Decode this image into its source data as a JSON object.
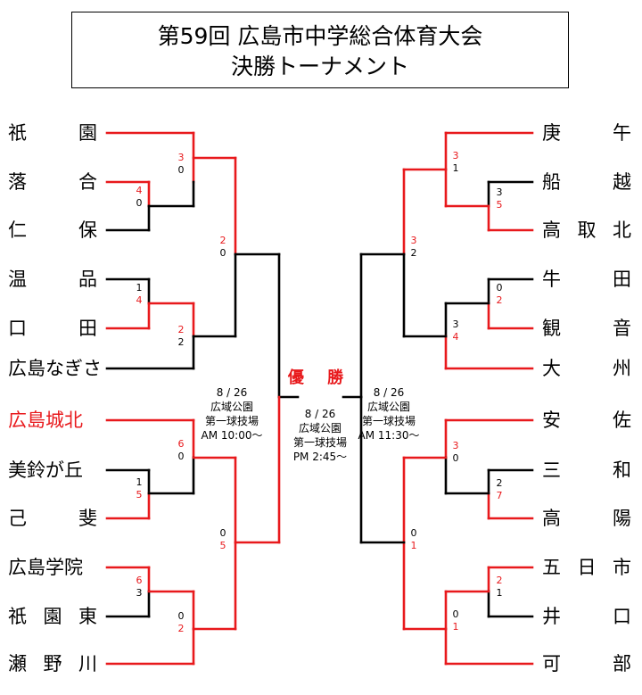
{
  "title": {
    "line1": "第59回 広島市中学総合体育大会",
    "line2": "決勝トーナメント"
  },
  "champion_label": "優 勝",
  "colors": {
    "winner": "#e8191c",
    "loser": "#000000"
  },
  "left_teams": [
    {
      "name": "祇 園"
    },
    {
      "name": "落 合"
    },
    {
      "name": "仁 保"
    },
    {
      "name": "温 品"
    },
    {
      "name": "口 田"
    },
    {
      "name": "広島なぎさ"
    },
    {
      "name": "広島城北"
    },
    {
      "name": "美鈴が丘"
    },
    {
      "name": "己 斐"
    },
    {
      "name": "広島学院"
    },
    {
      "name": "祇 園 東"
    },
    {
      "name": "瀬 野 川"
    }
  ],
  "right_teams": [
    {
      "name": "庚 午"
    },
    {
      "name": "船 越"
    },
    {
      "name": "高 取 北"
    },
    {
      "name": "牛 田"
    },
    {
      "name": "観 音"
    },
    {
      "name": "大 州"
    },
    {
      "name": "安 佐"
    },
    {
      "name": "三 和"
    },
    {
      "name": "高 陽"
    },
    {
      "name": "五 日 市"
    },
    {
      "name": "井 口"
    },
    {
      "name": "可 部"
    }
  ],
  "scores": {
    "l_r1a": [
      "4",
      "0"
    ],
    "l_r2a": [
      "3",
      "0"
    ],
    "l_r1b": [
      "1",
      "4"
    ],
    "l_r2b": [
      "2",
      "2"
    ],
    "l_qf1": [
      "2",
      "0"
    ],
    "l_r1c": [
      "1",
      "5"
    ],
    "l_r2c": [
      "6",
      "0"
    ],
    "l_r1d": [
      "6",
      "3"
    ],
    "l_r2d": [
      "0",
      "2"
    ],
    "l_qf2": [
      "0",
      "5"
    ],
    "r_r1a": [
      "3",
      "5"
    ],
    "r_r2a": [
      "3",
      "1"
    ],
    "r_r1b": [
      "0",
      "2"
    ],
    "r_r2b": [
      "3",
      "4"
    ],
    "r_qf1": [
      "3",
      "2"
    ],
    "r_r1c": [
      "2",
      "7"
    ],
    "r_r2c": [
      "3",
      "0"
    ],
    "r_r1d": [
      "2",
      "1"
    ],
    "r_r2d": [
      "0",
      "1"
    ],
    "r_qf2": [
      "0",
      "1"
    ]
  },
  "venue_info": {
    "left_semi": {
      "date": "8 / 26",
      "place": "広域公園",
      "field": "第一球技場",
      "time": "AM 10:00〜"
    },
    "final": {
      "date": "8 / 26",
      "place": "広域公園",
      "field": "第一球技場",
      "time": "PM 2:45〜"
    },
    "right_semi": {
      "date": "8 / 26",
      "place": "広域公園",
      "field": "第一球技場",
      "time": "AM 11:30〜"
    }
  }
}
